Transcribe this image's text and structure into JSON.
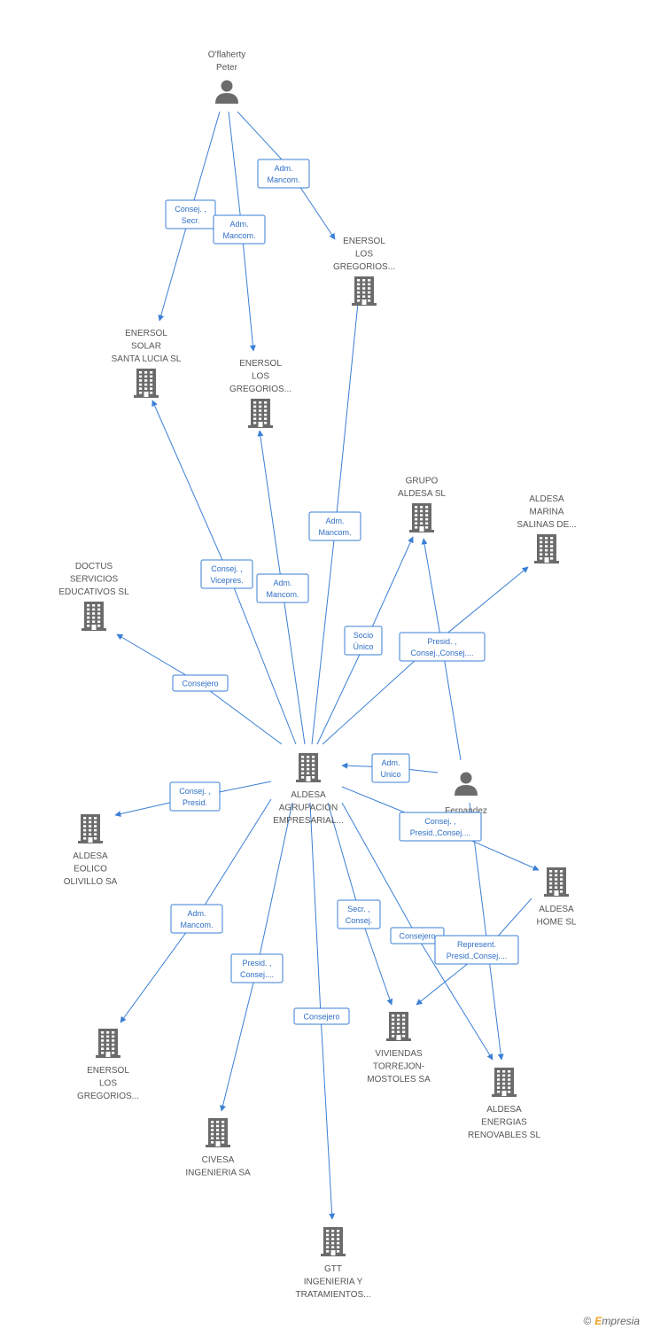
{
  "colors": {
    "edge": "#3a7fd5",
    "node": "#6b6b6b",
    "label": "#555555"
  },
  "brand": {
    "copyright": "©",
    "name": "mpresia",
    "initial": "E"
  },
  "nodes": [
    {
      "id": "oflaherty",
      "kind": "person",
      "label": [
        "O'flaherty",
        "Peter"
      ]
    },
    {
      "id": "fernandez",
      "kind": "person",
      "label": [
        "Fernandez",
        "..."
      ]
    },
    {
      "id": "aldesa_agr",
      "kind": "company",
      "label": [
        "ALDESA",
        "AGRUPACION",
        "EMPRESARIAL..."
      ]
    },
    {
      "id": "enersol_santa",
      "kind": "company",
      "label": [
        "ENERSOL",
        "SOLAR",
        "SANTA LUCIA SL"
      ]
    },
    {
      "id": "enersol_greg1",
      "kind": "company",
      "label": [
        "ENERSOL",
        "LOS",
        "GREGORIOS..."
      ]
    },
    {
      "id": "enersol_greg2",
      "kind": "company",
      "label": [
        "ENERSOL",
        "LOS",
        "GREGORIOS..."
      ]
    },
    {
      "id": "grupo_aldesa",
      "kind": "company",
      "label": [
        "GRUPO",
        "ALDESA SL"
      ]
    },
    {
      "id": "aldesa_marina",
      "kind": "company",
      "label": [
        "ALDESA",
        "MARINA",
        "SALINAS DE..."
      ]
    },
    {
      "id": "doctus",
      "kind": "company",
      "label": [
        "DOCTUS",
        "SERVICIOS",
        "EDUCATIVOS SL"
      ]
    },
    {
      "id": "aldesa_eolico",
      "kind": "company",
      "label": [
        "ALDESA",
        "EOLICO",
        "OLIVILLO SA"
      ]
    },
    {
      "id": "aldesa_home",
      "kind": "company",
      "label": [
        "ALDESA",
        "HOME SL"
      ]
    },
    {
      "id": "enersol_greg3",
      "kind": "company",
      "label": [
        "ENERSOL",
        "LOS",
        "GREGORIOS..."
      ]
    },
    {
      "id": "civesa",
      "kind": "company",
      "label": [
        "CIVESA",
        "INGENIERIA SA"
      ]
    },
    {
      "id": "gtt",
      "kind": "company",
      "label": [
        "GTT",
        "INGENIERIA Y",
        "TRATAMIENTOS..."
      ]
    },
    {
      "id": "viviendas",
      "kind": "company",
      "label": [
        "VIVIENDAS",
        "TORREJON-",
        "MOSTOLES SA"
      ]
    },
    {
      "id": "aldesa_energias",
      "kind": "company",
      "label": [
        "ALDESA",
        "ENERGIAS",
        "RENOVABLES SL"
      ]
    }
  ],
  "edges": [
    {
      "id": "e1",
      "from": "oflaherty",
      "to": "enersol_greg2",
      "label": [
        "Adm.",
        "Mancom."
      ]
    },
    {
      "id": "e2",
      "from": "oflaherty",
      "to": "enersol_santa",
      "label": [
        "Consej. ,",
        "Secr."
      ]
    },
    {
      "id": "e3",
      "from": "oflaherty",
      "to": "enersol_greg1",
      "label": [
        "Adm.",
        "Mancom."
      ]
    },
    {
      "id": "e4",
      "from": "aldesa_agr",
      "to": "enersol_greg2",
      "label": [
        "Adm.",
        "Mancom."
      ]
    },
    {
      "id": "e5",
      "from": "aldesa_agr",
      "to": "enersol_santa",
      "label": [
        "Consej. ,",
        "Vicepres."
      ]
    },
    {
      "id": "e6",
      "from": "aldesa_agr",
      "to": "enersol_greg1",
      "label": [
        "Adm.",
        "Mancom."
      ]
    },
    {
      "id": "e7",
      "from": "aldesa_agr",
      "to": "grupo_aldesa",
      "label": [
        "Socio",
        "Único"
      ]
    },
    {
      "id": "e8",
      "from": "fernandez",
      "to": "grupo_aldesa",
      "label": [
        "Presid. ,",
        "Consej.,Consej...."
      ]
    },
    {
      "id": "e9",
      "from": "aldesa_agr",
      "to": "aldesa_marina",
      "label": []
    },
    {
      "id": "e10",
      "from": "aldesa_agr",
      "to": "doctus",
      "label": [
        "Consejero"
      ]
    },
    {
      "id": "e11",
      "from": "fernandez",
      "to": "aldesa_agr",
      "label": [
        "Adm.",
        "Unico"
      ]
    },
    {
      "id": "e12",
      "from": "aldesa_agr",
      "to": "aldesa_eolico",
      "label": [
        "Consej. ,",
        "Presid."
      ]
    },
    {
      "id": "e13",
      "from": "aldesa_agr",
      "to": "aldesa_home",
      "label": [
        "Consej. ,",
        "Presid.,Consej...."
      ]
    },
    {
      "id": "e14",
      "from": "aldesa_agr",
      "to": "enersol_greg3",
      "label": [
        "Adm.",
        "Mancom."
      ]
    },
    {
      "id": "e15",
      "from": "aldesa_agr",
      "to": "civesa",
      "label": [
        "Presid. ,",
        "Consej...."
      ]
    },
    {
      "id": "e16",
      "from": "aldesa_agr",
      "to": "gtt",
      "label": [
        "Consejero"
      ]
    },
    {
      "id": "e17",
      "from": "aldesa_agr",
      "to": "viviendas",
      "label": [
        "Secr. ,",
        "Consej."
      ]
    },
    {
      "id": "e18",
      "from": "aldesa_agr",
      "to": "aldesa_energias",
      "label": [
        "Consejero"
      ]
    },
    {
      "id": "e19",
      "from": "fernandez",
      "to": "aldesa_energias",
      "label": []
    },
    {
      "id": "e20",
      "from": "aldesa_home",
      "to": "viviendas",
      "label": [
        "Represent.",
        "Presid.,Consej...."
      ]
    }
  ]
}
